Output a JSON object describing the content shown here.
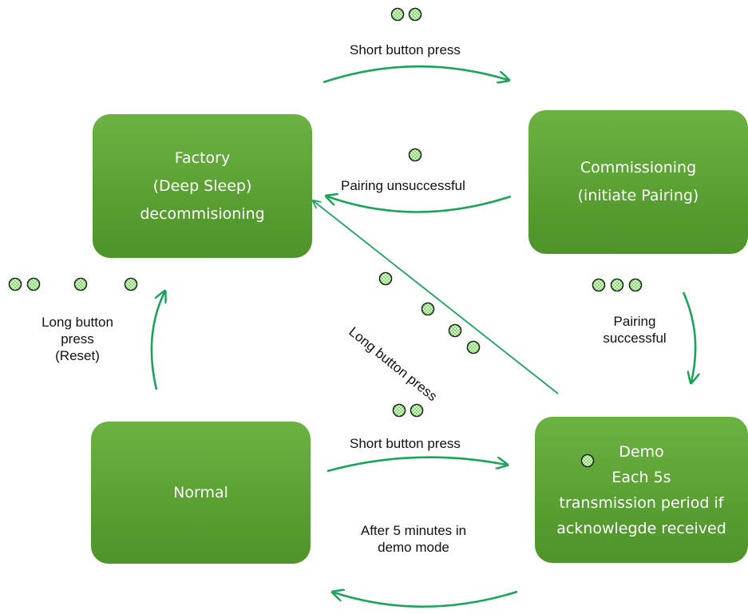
{
  "states": {
    "factory": [
      "Factory",
      "(Deep Sleep)",
      "decommisioning"
    ],
    "commissioning": [
      "Commissioning",
      "(initiate Pairing)"
    ],
    "normal": [
      "Normal"
    ],
    "demo": [
      "Demo",
      "Each 5s",
      "transmission period if",
      "acknowlegde received"
    ]
  },
  "transitions": {
    "short_press_top": "Short button press",
    "pairing_unsuccessful": "Pairing unsuccessful",
    "pairing_successful": [
      "Pairing",
      "successful"
    ],
    "long_press_reset": [
      "Long button",
      "press",
      "(Reset)"
    ],
    "long_press_diagonal": "Long button press",
    "short_press_bottom": "Short button press",
    "after_5_minutes": [
      "After 5 minutes in",
      "demo mode"
    ]
  },
  "led_indicator": {
    "icon": "led-blink-icon",
    "fill_color": "#66ee44",
    "outline_color": "#222222"
  },
  "colors": {
    "state_fill": "#5aa033",
    "arrow": "#1aa35a",
    "text": "#111111"
  }
}
